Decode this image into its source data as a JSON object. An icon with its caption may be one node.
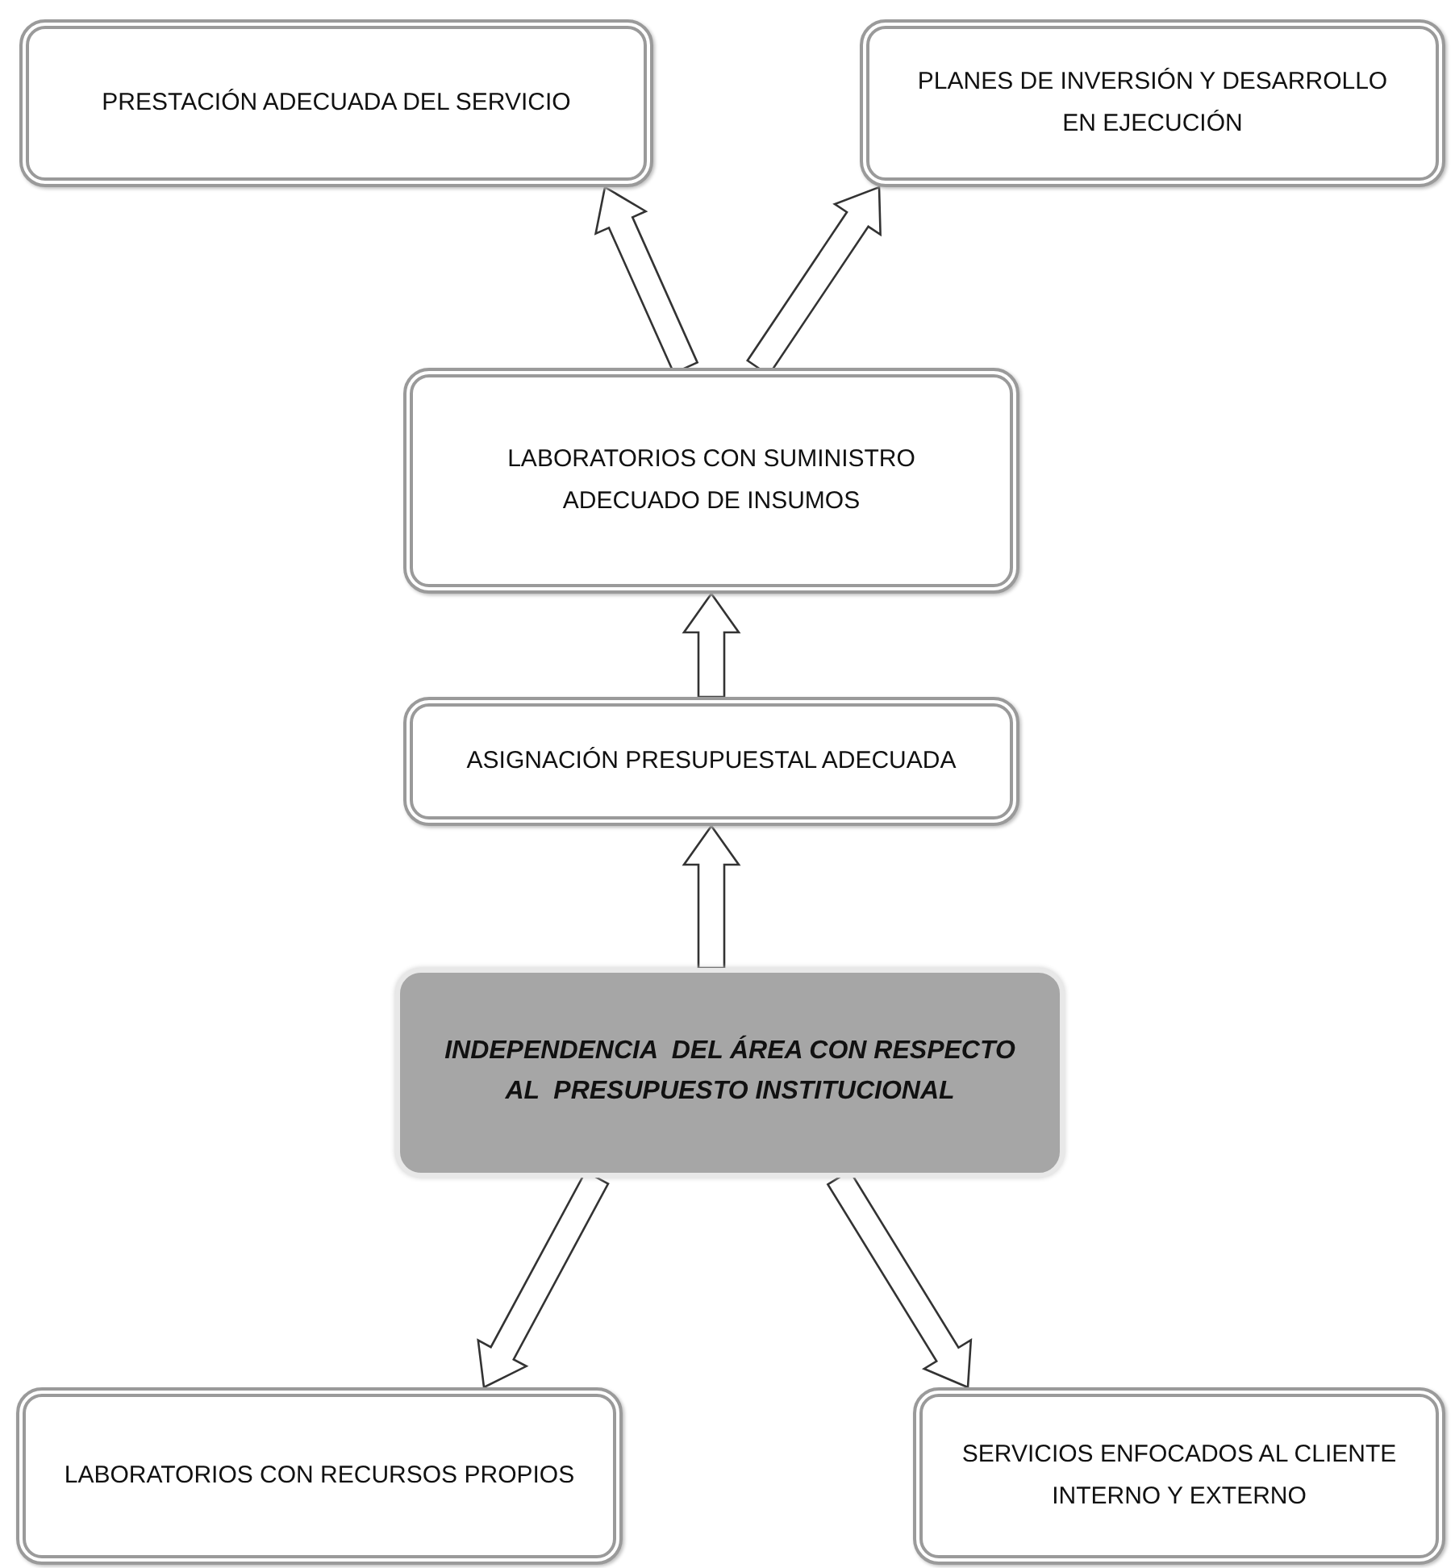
{
  "diagram": {
    "nodes": [
      {
        "text": [
          "PRESTACIÓN ADECUADA DEL SERVICIO"
        ]
      },
      {
        "text": [
          "PLANES DE INVERSIÓN Y DESARROLLO EN EJECUCIÓN"
        ]
      },
      {
        "text": [
          "LABORATORIOS CON SUMINISTRO ADECUADO DE INSUMOS"
        ]
      },
      {
        "text": [
          "ASIGNACIÓN PRESUPUESTAL ADECUADA"
        ]
      },
      {
        "text": [
          "INDEPENDENCIA  DEL ÁREA CON RESPECTO AL  PRESUPUESTO INSTITUCIONAL"
        ]
      },
      {
        "text": [
          "LABORATORIOS CON RECURSOS PROPIOS"
        ]
      },
      {
        "text": [
          "SERVICIOS ENFOCADOS AL CLIENTE INTERNO Y EXTERNO"
        ]
      }
    ],
    "edges": [
      {
        "from": 4,
        "to": 3,
        "arrow": "to",
        "style": "thick"
      },
      {
        "from": 3,
        "to": 2,
        "arrow": "to",
        "style": "thick"
      },
      {
        "from": 2,
        "to": 0,
        "arrow": "to",
        "style": "thick"
      },
      {
        "from": 2,
        "to": 1,
        "arrow": "to",
        "style": "thick"
      },
      {
        "from": 4,
        "to": 5,
        "arrow": "to",
        "style": "thick"
      },
      {
        "from": 4,
        "to": 6,
        "arrow": "to",
        "style": "thick"
      }
    ]
  }
}
